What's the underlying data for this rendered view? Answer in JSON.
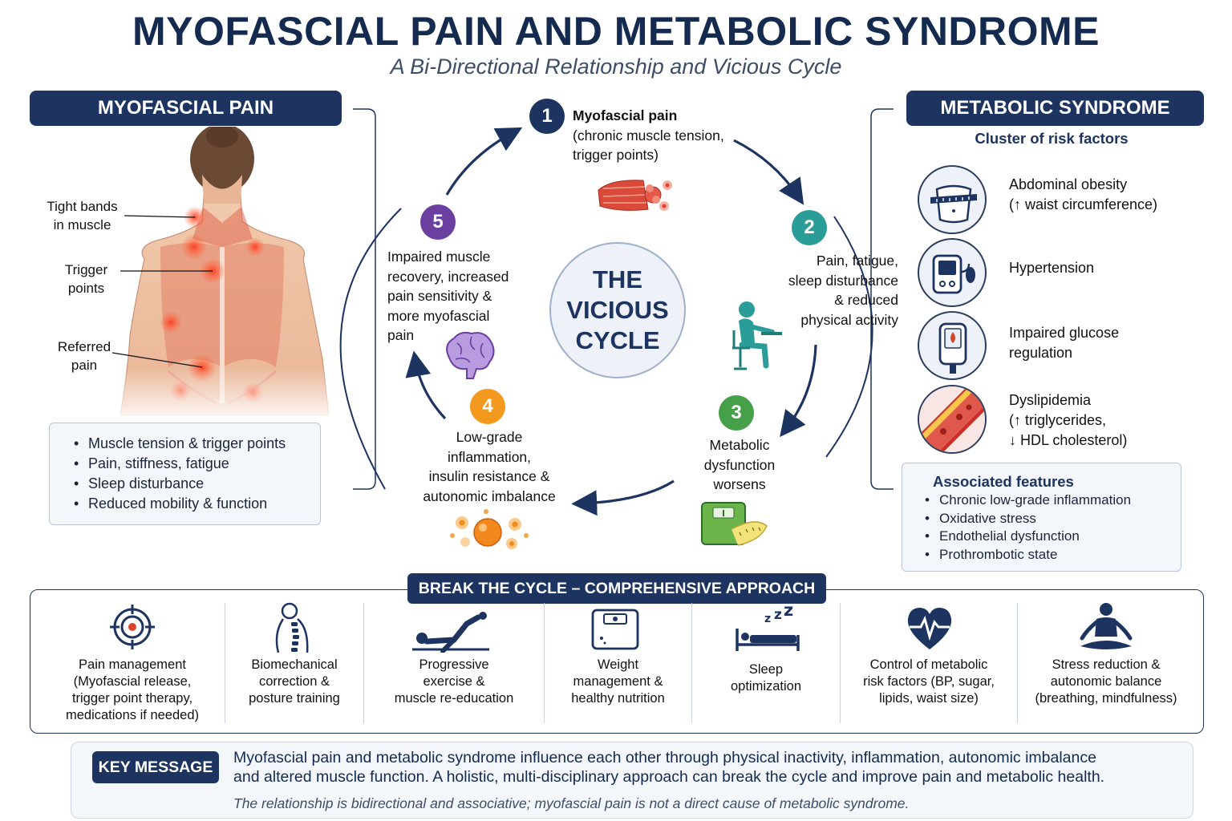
{
  "title": "MYOFASCIAL PAIN AND METABOLIC SYNDROME",
  "subtitle": "A Bi-Directional Relationship and Vicious Cycle",
  "left": {
    "header": "MYOFASCIAL PAIN",
    "labels": {
      "tight_1": "Tight bands",
      "tight_2": "in muscle",
      "trigger_1": "Trigger",
      "trigger_2": "points",
      "referred_1": "Referred",
      "referred_2": "pain"
    },
    "bullets": [
      "Muscle tension & trigger points",
      "Pain, stiffness, fatigue",
      "Sleep disturbance",
      "Reduced mobility & function"
    ]
  },
  "cycle": {
    "center": [
      "THE",
      "VICIOUS",
      "CYCLE"
    ],
    "steps": [
      {
        "num": "1",
        "color": "#1d3461",
        "lines": [
          "Myofascial pain",
          "(chronic muscle tension,",
          "trigger points)"
        ]
      },
      {
        "num": "2",
        "color": "#2a9d99",
        "lines": [
          "Pain, fatigue,",
          "sleep disturbance",
          "& reduced",
          "physical activity"
        ]
      },
      {
        "num": "3",
        "color": "#45a049",
        "lines": [
          "Metabolic",
          "dysfunction",
          "worsens"
        ]
      },
      {
        "num": "4",
        "color": "#f39a1e",
        "lines": [
          "Low-grade",
          "inflammation,",
          "insulin resistance &",
          "autonomic imbalance"
        ]
      },
      {
        "num": "5",
        "color": "#6b3fa0",
        "lines": [
          "Impaired muscle",
          "recovery, increased",
          "pain sensitivity &",
          "more myofascial",
          "pain"
        ]
      }
    ]
  },
  "right": {
    "header": "METABOLIC SYNDROME",
    "subheader": "Cluster of risk factors",
    "factors": [
      {
        "icon": "waist-tape-icon",
        "lines": [
          "Abdominal obesity",
          "(↑ waist circumference)"
        ]
      },
      {
        "icon": "blood-pressure-monitor-icon",
        "lines": [
          "Hypertension"
        ]
      },
      {
        "icon": "glucometer-icon",
        "lines": [
          "Impaired glucose",
          "regulation"
        ]
      },
      {
        "icon": "blood-vessel-icon",
        "lines": [
          "Dyslipidemia",
          "(↑ triglycerides,",
          "↓ HDL cholesterol)"
        ]
      }
    ],
    "assoc_title": "Associated features",
    "assoc": [
      "Chronic low-grade inflammation",
      "Oxidative stress",
      "Endothelial dysfunction",
      "Prothrombotic state"
    ]
  },
  "break": {
    "header": "BREAK THE CYCLE – COMPREHENSIVE APPROACH",
    "items": [
      {
        "icon": "target-icon",
        "lines": [
          "Pain management",
          "(Myofascial release,",
          "trigger point therapy,",
          "medications if needed)"
        ]
      },
      {
        "icon": "spine-icon",
        "lines": [
          "Biomechanical",
          "correction &",
          "posture training"
        ]
      },
      {
        "icon": "exercise-icon",
        "lines": [
          "Progressive",
          "exercise &",
          "muscle re-education"
        ]
      },
      {
        "icon": "scale-icon",
        "lines": [
          "Weight",
          "management &",
          "healthy nutrition"
        ]
      },
      {
        "icon": "sleep-icon",
        "lines": [
          "Sleep",
          "optimization"
        ]
      },
      {
        "icon": "heartbeat-icon",
        "lines": [
          "Control of metabolic",
          "risk factors (BP, sugar,",
          "lipids, waist size)"
        ]
      },
      {
        "icon": "meditation-icon",
        "lines": [
          "Stress reduction &",
          "autonomic balance",
          "(breathing, mindfulness)"
        ]
      }
    ]
  },
  "key": {
    "label": "KEY MESSAGE",
    "line1": "Myofascial pain and metabolic syndrome influence each other through physical inactivity, inflammation, autonomic imbalance",
    "line2": "and altered muscle function. A holistic, multi-disciplinary approach can break the cycle and improve pain and metabolic health.",
    "note": "The relationship is bidirectional and associative; myofascial pain is not a direct cause of metabolic syndrome."
  },
  "colors": {
    "navy": "#1d3461",
    "muscle_red": "#d9432f",
    "panel_border": "#b9c6d9"
  }
}
